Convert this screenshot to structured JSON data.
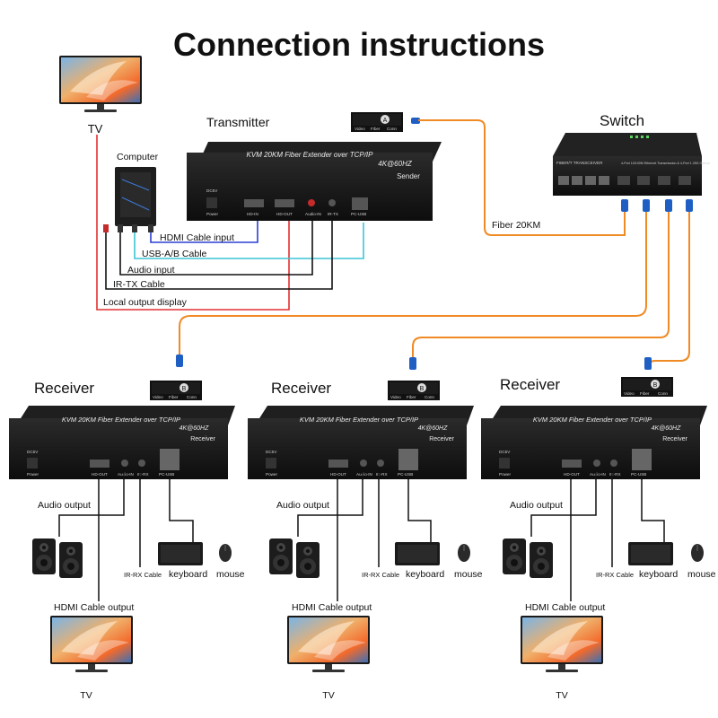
{
  "title": "Connection instructions",
  "labels": {
    "tv": "TV",
    "computer": "Computer",
    "transmitter": "Transmitter",
    "switch": "Switch",
    "receiver": "Receiver",
    "fiber": "Fiber 20KM",
    "hdmi_input": "HDMI Cable input",
    "usb_ab": "USB-A/B Cable",
    "audio_input": "Audio input",
    "irtx": "IR-TX Cable",
    "local_output": "Local output display",
    "audio_output": "Audio output",
    "irrx": "IR-RX Cable",
    "keyboard": "keyboard",
    "mouse": "mouse",
    "hdmi_output": "HDMI Cable output"
  },
  "device": {
    "model": "KVM 20KM Fiber Extender over TCP/IP",
    "resolution": "4K@60HZ",
    "sender": "Sender",
    "receiver_tag": "Receiver",
    "dc": "DC5V",
    "power": "Power",
    "hd_in": "HD-IN",
    "hd_out": "HD-OUT",
    "audio_in": "Audio-IN",
    "ir_tx": "IR-TX",
    "ir_rx": "IR-RX",
    "pc_usb": "PC-USB",
    "sfp_video": "Video",
    "sfp_fiber": "Fiber",
    "sfp_conn": "Conn",
    "sfp_a": "A",
    "sfp_b": "B",
    "switch_brand": "FIBER/T TRANSCEIVER",
    "switch_desc": "4-Port 10/100M Ethernet Transmission & 4-Port 1.25G Optical"
  },
  "colors": {
    "fiber": "#f08a24",
    "fiber_connector": "#1f5fc4",
    "hdmi": "#2b3fd6",
    "usb": "#3ac6d6",
    "red": "#e23030",
    "black": "#111111"
  }
}
